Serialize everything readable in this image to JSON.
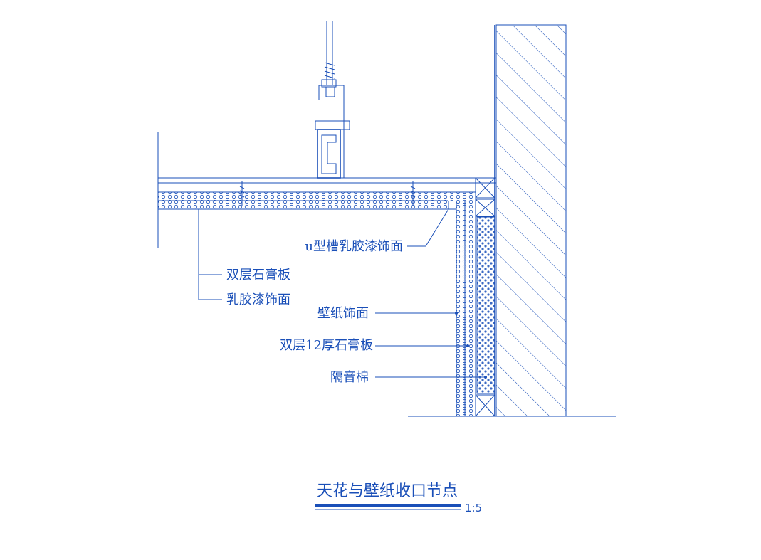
{
  "colors": {
    "line": "#1a4fb8",
    "background": "#ffffff"
  },
  "labels": {
    "u_groove": "u型槽乳胶漆饰面",
    "double_gypsum": "双层石膏板",
    "latex_finish": "乳胶漆饰面",
    "wallpaper": "壁纸饰面",
    "double_12_gypsum": "双层12厚石膏板",
    "insulation": "隔音棉"
  },
  "title": "天花与壁纸收口节点",
  "scale": "1:5"
}
